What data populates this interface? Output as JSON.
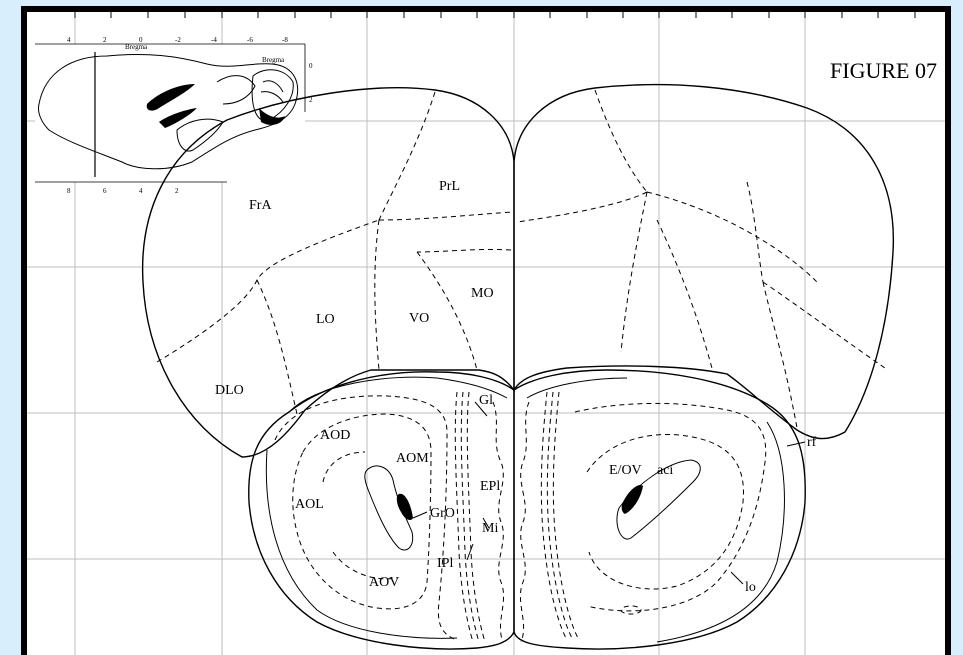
{
  "figure": {
    "title": "FIGURE 07"
  },
  "inset": {
    "top_axis_label": "Bregma",
    "top_ticks": [
      "4",
      "2",
      "0",
      "-2",
      "-4",
      "-6",
      "-8"
    ],
    "bottom_ticks": [
      "8",
      "6",
      "4",
      "2"
    ],
    "right_ticks": [
      "0",
      "2"
    ]
  },
  "regions": {
    "FrA": "FrA",
    "PrL": "PrL",
    "MO": "MO",
    "LO": "LO",
    "VO": "VO",
    "DLO": "DLO",
    "AOD": "AOD",
    "AOM": "AOM",
    "AOL": "AOL",
    "AOV": "AOV",
    "GrO": "GrO",
    "EPl": "EPl",
    "Mi": "Mi",
    "IPl": "IPl",
    "Gl": "Gl",
    "E_OV": "E/OV",
    "aci": "aci",
    "rf": "rf",
    "lo": "lo"
  },
  "colors": {
    "background": "#d9eefc",
    "frame": "#000000",
    "grid": "#bdbdbd"
  }
}
